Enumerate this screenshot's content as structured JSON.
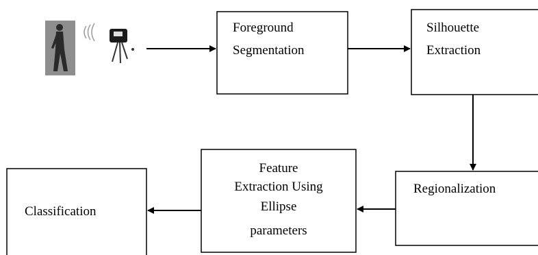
{
  "colors": {
    "ink": "#000000",
    "background": "#ffffff",
    "walker_bg": "#8e8e8e",
    "walker": "#2a2a2a",
    "camera": "#1a1a1a"
  },
  "icons": {
    "walker": "walking-person-icon",
    "signal": "signal-waves-icon",
    "camera": "camera-on-tripod-icon"
  },
  "boxes": {
    "foreground": {
      "line1": "Foreground",
      "line2": "Segmentation"
    },
    "silhouette": {
      "line1": "Silhouette",
      "line2": "Extraction"
    },
    "regionalization": {
      "line1": "Regionalization"
    },
    "feature": {
      "line1": "Feature",
      "line2": "Extraction Using",
      "line3": "Ellipse",
      "line4": "parameters"
    },
    "classification": {
      "line1": "Classification"
    }
  }
}
